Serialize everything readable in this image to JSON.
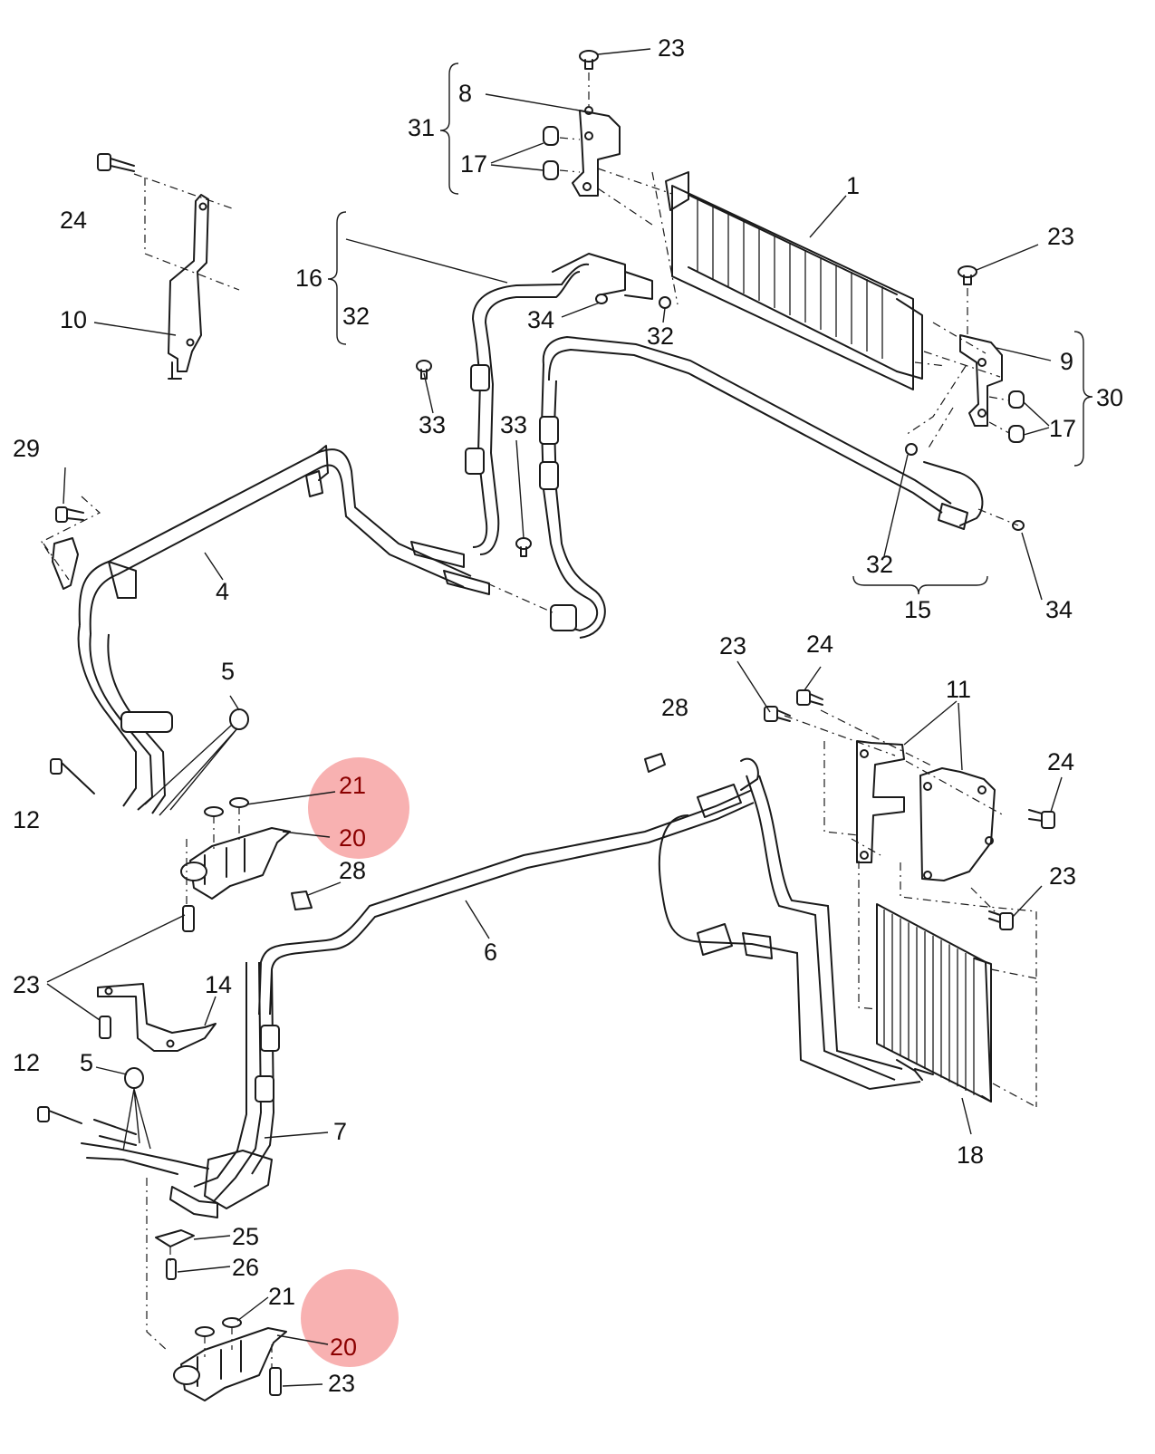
{
  "diagram": {
    "callouts": [
      {
        "id": "c-23-a",
        "text": "23"
      },
      {
        "id": "c-8",
        "text": "8"
      },
      {
        "id": "c-31",
        "text": "31"
      },
      {
        "id": "c-17-a",
        "text": "17"
      },
      {
        "id": "c-1",
        "text": "1"
      },
      {
        "id": "c-24-a",
        "text": "24"
      },
      {
        "id": "c-16",
        "text": "16"
      },
      {
        "id": "c-32-a",
        "text": "32"
      },
      {
        "id": "c-34-a",
        "text": "34"
      },
      {
        "id": "c-32-b",
        "text": "32"
      },
      {
        "id": "c-23-b",
        "text": "23"
      },
      {
        "id": "c-10",
        "text": "10"
      },
      {
        "id": "c-9",
        "text": "9"
      },
      {
        "id": "c-30",
        "text": "30"
      },
      {
        "id": "c-17-b",
        "text": "17"
      },
      {
        "id": "c-33-a",
        "text": "33"
      },
      {
        "id": "c-33-b",
        "text": "33"
      },
      {
        "id": "c-29",
        "text": "29"
      },
      {
        "id": "c-4",
        "text": "4"
      },
      {
        "id": "c-32-c",
        "text": "32"
      },
      {
        "id": "c-15",
        "text": "15"
      },
      {
        "id": "c-34-b",
        "text": "34"
      },
      {
        "id": "c-23-c",
        "text": "23"
      },
      {
        "id": "c-24-b",
        "text": "24"
      },
      {
        "id": "c-5-a",
        "text": "5"
      },
      {
        "id": "c-11",
        "text": "11"
      },
      {
        "id": "c-28-a",
        "text": "28"
      },
      {
        "id": "c-24-c",
        "text": "24"
      },
      {
        "id": "c-21-a",
        "text": "21"
      },
      {
        "id": "c-12-a",
        "text": "12"
      },
      {
        "id": "c-20-a",
        "text": "20"
      },
      {
        "id": "c-23-d",
        "text": "23"
      },
      {
        "id": "c-28-b",
        "text": "28"
      },
      {
        "id": "c-6",
        "text": "6"
      },
      {
        "id": "c-23-e",
        "text": "23"
      },
      {
        "id": "c-14",
        "text": "14"
      },
      {
        "id": "c-12-b",
        "text": "12"
      },
      {
        "id": "c-5-b",
        "text": "5"
      },
      {
        "id": "c-7",
        "text": "7"
      },
      {
        "id": "c-18",
        "text": "18"
      },
      {
        "id": "c-25",
        "text": "25"
      },
      {
        "id": "c-26",
        "text": "26"
      },
      {
        "id": "c-21-b",
        "text": "21"
      },
      {
        "id": "c-20-b",
        "text": "20"
      },
      {
        "id": "c-23-f",
        "text": "23"
      }
    ],
    "highlight_color": "#f7a9a8"
  }
}
